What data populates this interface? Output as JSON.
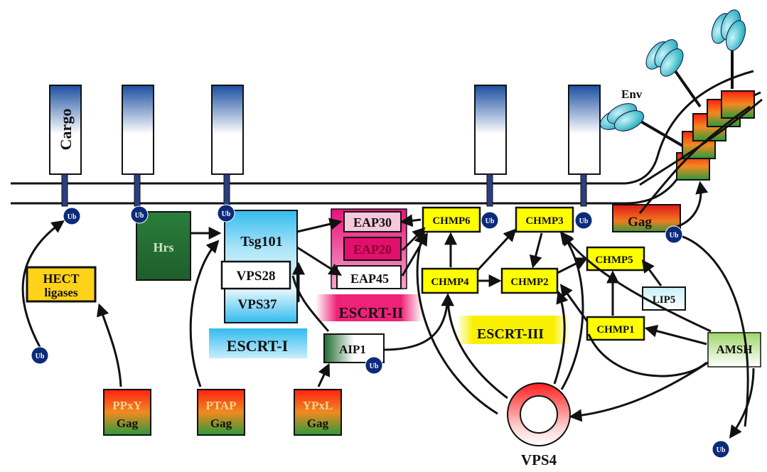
{
  "labels": {
    "cargo": "Cargo",
    "hrs": "Hrs",
    "tsg101": "Tsg101",
    "vps28": "VPS28",
    "vps37": "VPS37",
    "escrt1": "ESCRT-I",
    "eap30": "EAP30",
    "eap20": "EAP20",
    "eap45": "EAP45",
    "escrt2": "ESCRT-II",
    "escrt3": "ESCRT-III",
    "chmp6": "CHMP6",
    "chmp3": "CHMP3",
    "chmp4": "CHMP4",
    "chmp2": "CHMP2",
    "chmp5": "CHMP5",
    "chmp1": "CHMP1",
    "lip5": "LIP5",
    "amsh": "AMSH",
    "gag": "Gag",
    "env": "Env",
    "aip1": "AIP1",
    "hect": "HECT",
    "ligases": "ligases",
    "ppxy": "PPxY",
    "ptap": "PTAP",
    "ypxl": "YPxL",
    "gag_label": "Gag",
    "vps4": "VPS4",
    "ub": "Ub"
  },
  "colors": {
    "escrt1": "#33bbee",
    "escrt2": "#ee2277",
    "escrt3": "#f8f000",
    "chmp": "#ffff00",
    "hrs": "#2f7a3a",
    "ub": "#0b2a7a",
    "cargo_top": "#1a4fa0"
  }
}
